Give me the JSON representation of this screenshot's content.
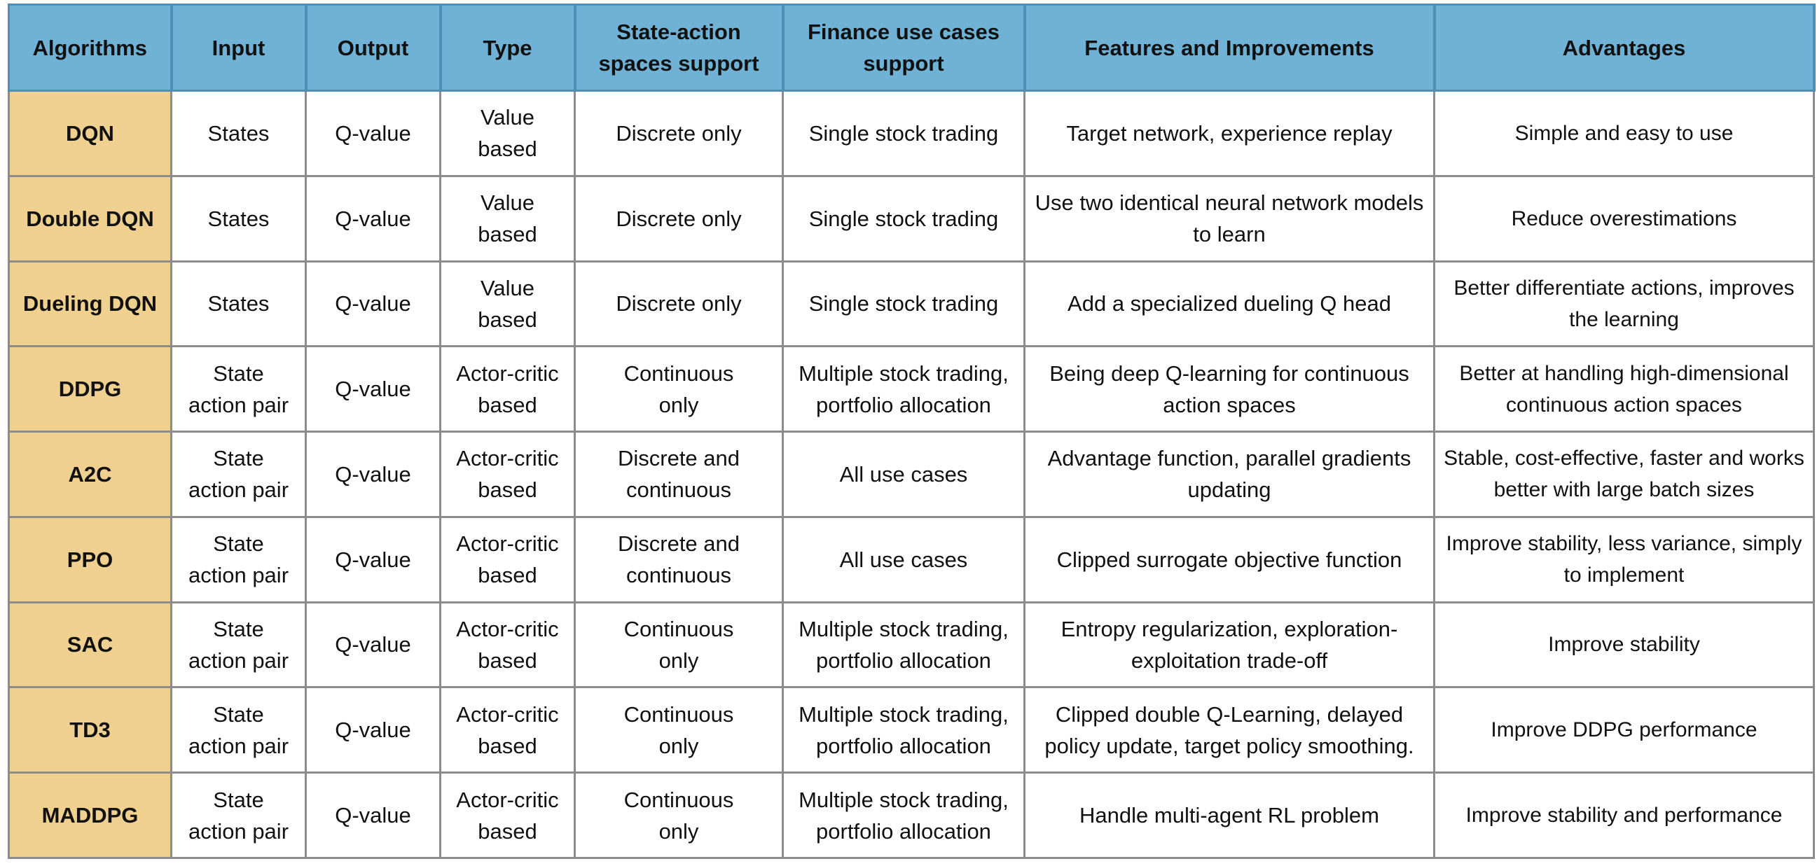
{
  "table": {
    "headers": [
      "Algorithms",
      "Input",
      "Output",
      "Type",
      "State-action spaces support",
      "Finance use cases support",
      "Features and Improvements",
      "Advantages"
    ],
    "rows": [
      {
        "algorithm": "DQN",
        "input": "States",
        "output": "Q-value",
        "type": "Value based",
        "spaces": "Discrete only",
        "finance": "Single stock trading",
        "features": "Target  network, experience replay",
        "advantages": "Simple and easy to use"
      },
      {
        "algorithm": "Double DQN",
        "input": "States",
        "output": "Q-value",
        "type": "Value based",
        "spaces": "Discrete only",
        "finance": "Single stock trading",
        "features": "Use two identical neural network models to learn",
        "advantages": "Reduce overestimations"
      },
      {
        "algorithm": "Dueling DQN",
        "input": "States",
        "output": "Q-value",
        "type": "Value based",
        "spaces": "Discrete only",
        "finance": "Single stock trading",
        "features": "Add a specialized dueling Q head",
        "advantages": "Better differentiate actions, improves the learning"
      },
      {
        "algorithm": "DDPG",
        "input": "State action pair",
        "output": "Q-value",
        "type": "Actor-critic based",
        "spaces": "Continuous only",
        "finance": "Multiple stock trading, portfolio allocation",
        "features": "Being deep Q-learning for continuous action spaces",
        "advantages": "Better at handling high-dimensional continuous action spaces"
      },
      {
        "algorithm": "A2C",
        "input": "State action pair",
        "output": "Q-value",
        "type": "Actor-critic based",
        "spaces": "Discrete and continuous",
        "finance": "All use cases",
        "features": "Advantage function, parallel gradients updating",
        "advantages": "Stable, cost-effective, faster and works better with large batch sizes"
      },
      {
        "algorithm": "PPO",
        "input": "State action pair",
        "output": "Q-value",
        "type": "Actor-critic based",
        "spaces": "Discrete and continuous",
        "finance": "All use cases",
        "features": "Clipped surrogate objective function",
        "advantages": "Improve stability, less variance, simply to implement"
      },
      {
        "algorithm": "SAC",
        "input": "State action pair",
        "output": "Q-value",
        "type": "Actor-critic based",
        "spaces": "Continuous only",
        "finance": "Multiple stock trading, portfolio allocation",
        "features": "Entropy regularization, exploration-exploitation trade-off",
        "advantages": "Improve stability"
      },
      {
        "algorithm": "TD3",
        "input": "State action pair",
        "output": "Q-value",
        "type": "Actor-critic based",
        "spaces": "Continuous only",
        "finance": "Multiple stock trading, portfolio allocation",
        "features": "Clipped double Q-Learning, delayed policy update, target policy smoothing.",
        "advantages": "Improve DDPG performance"
      },
      {
        "algorithm": "MADDPG",
        "input": "State action pair",
        "output": "Q-value",
        "type": "Actor-critic based",
        "spaces": "Continuous only",
        "finance": "Multiple stock trading, portfolio allocation",
        "features": "Handle multi-agent RL problem",
        "advantages": "Improve stability and performance"
      }
    ]
  },
  "colors": {
    "header_bg": "#6fb2d6",
    "algorithm_bg": "#efd08e",
    "cell_bg": "#ffffff",
    "border": "#8c8c8c"
  }
}
